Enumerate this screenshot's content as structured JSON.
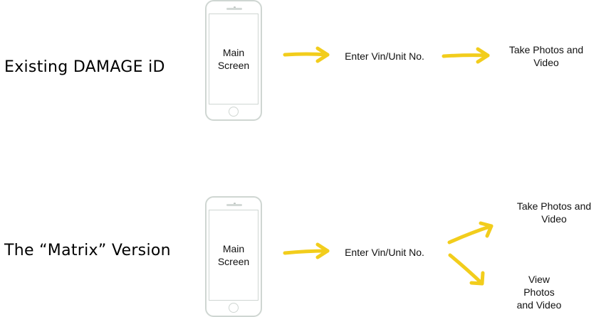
{
  "rows": [
    {
      "label": "Existing DAMAGE iD",
      "phone_screen": "Main Screen",
      "step1": "Enter Vin/Unit No.",
      "step2": "Take Photos and Video"
    },
    {
      "label": "The “Matrix” Version",
      "phone_screen": "Main Screen",
      "step1": "Enter Vin/Unit No.",
      "branch_a": "Take Photos and Video",
      "branch_b": "View Photos and Video"
    }
  ],
  "colors": {
    "arrow": "#f2cd1c",
    "phone_outline": "#cfd6d2"
  },
  "icons": {
    "phone": "smartphone-icon",
    "arrow": "arrow-right-icon"
  }
}
